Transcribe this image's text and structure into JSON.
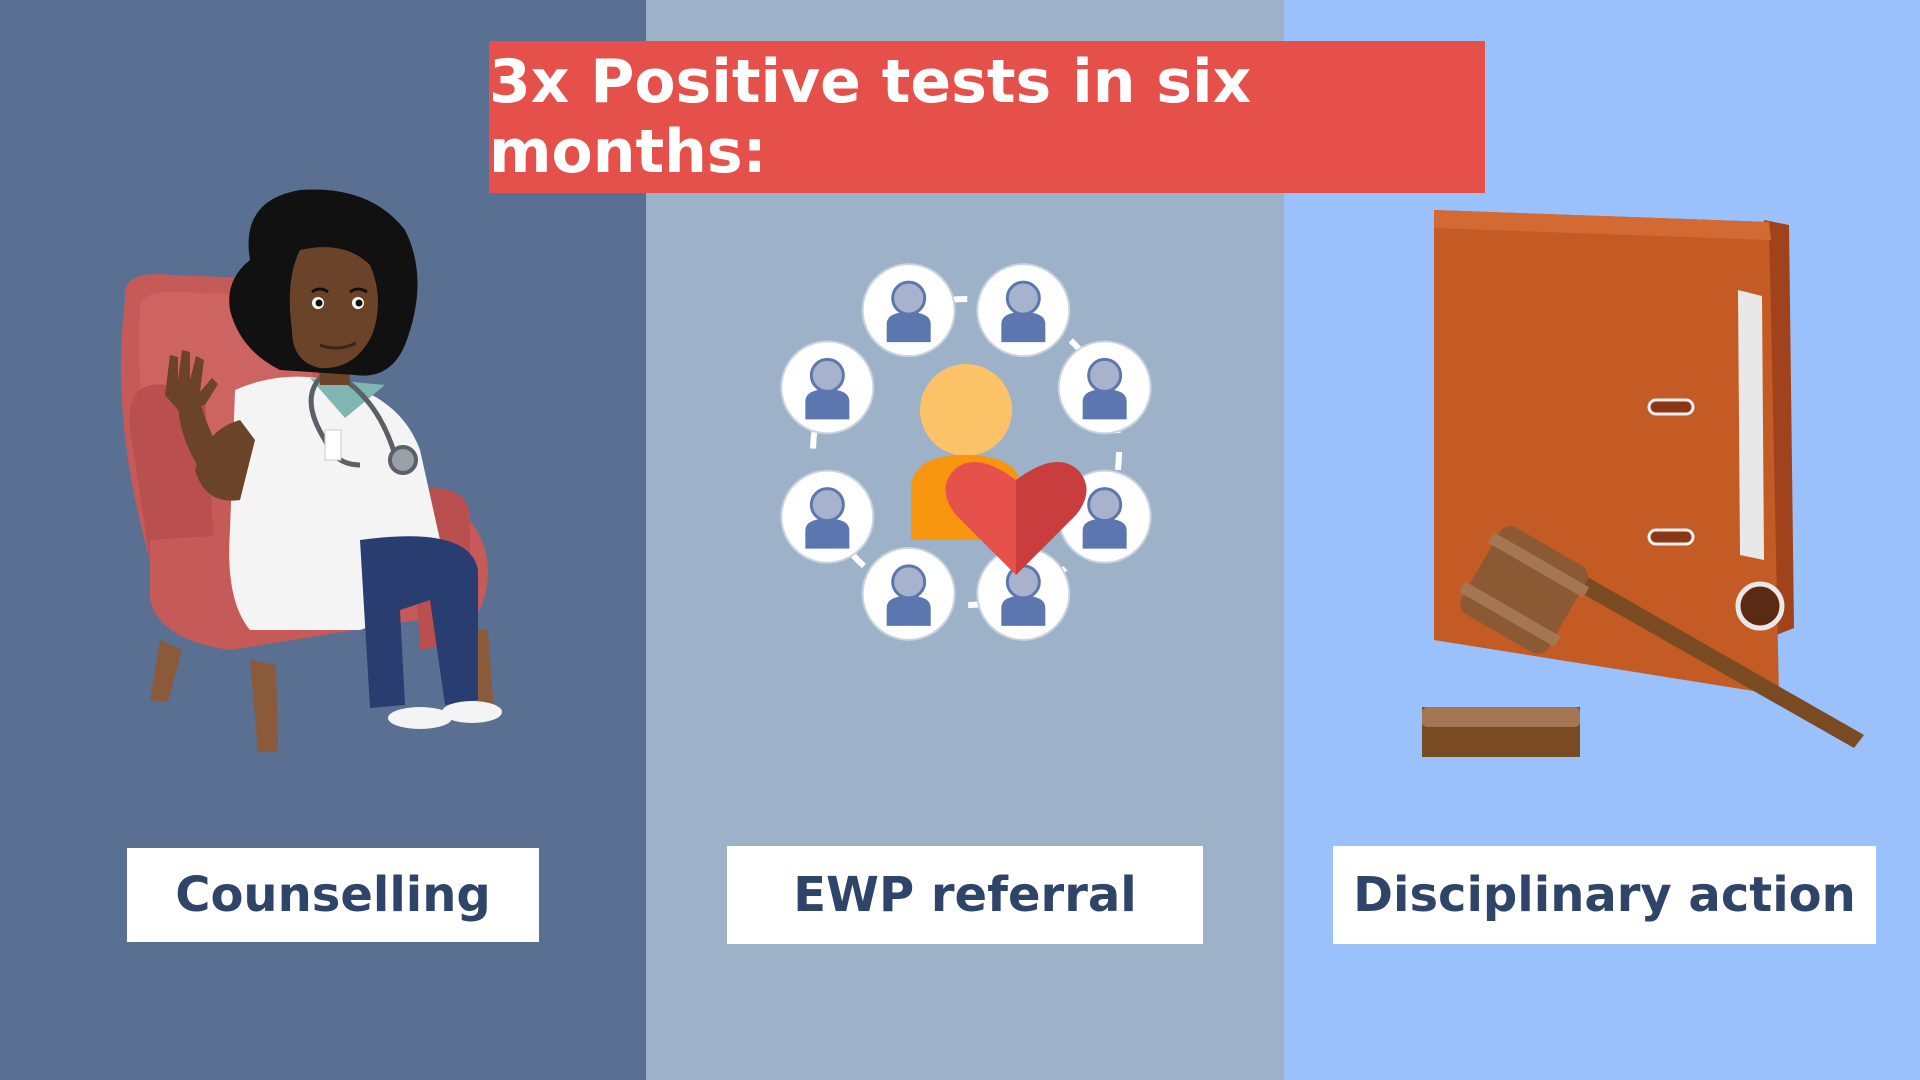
{
  "banner": {
    "text": "3x Positive tests in six months:"
  },
  "options": [
    {
      "label": "Counselling",
      "icon": "nurse-in-armchair-icon"
    },
    {
      "label": "EWP referral",
      "icon": "support-network-heart-icon"
    },
    {
      "label": "Disciplinary action",
      "icon": "binder-and-gavel-icon"
    }
  ],
  "colors": {
    "left_panel": "#5a7092",
    "middle_panel": "#9db1c8",
    "right_panel": "#9ac1fb",
    "banner": "#e5514a",
    "label_text": "#2e4469"
  }
}
